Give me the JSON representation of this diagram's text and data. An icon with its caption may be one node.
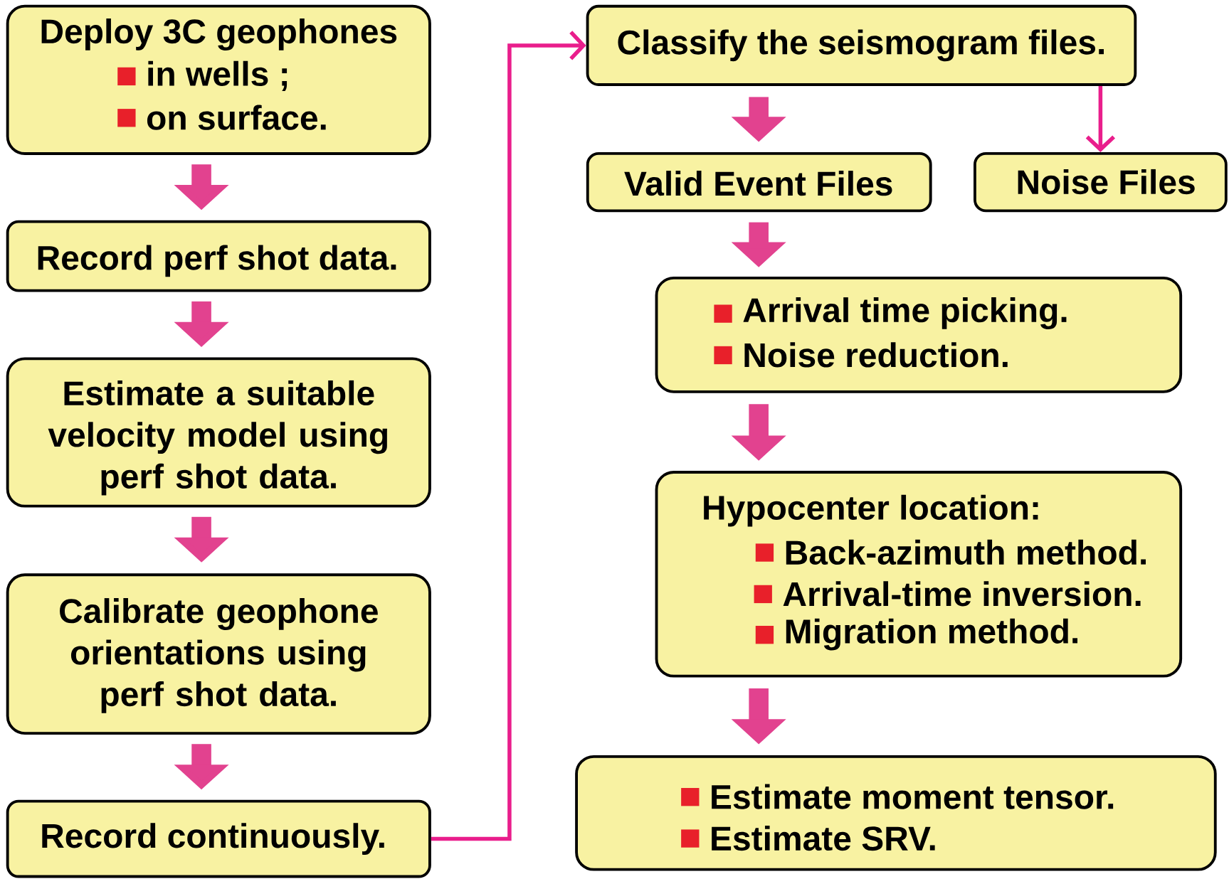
{
  "diagram": {
    "nodes": [
      {
        "text": [
          "Deploy 3C geophones",
          "in wells ;",
          "on surface."
        ]
      },
      {
        "text": [
          "Record perf shot data."
        ]
      },
      {
        "text": [
          "Estimate a suitable velocity model using perf shot data."
        ]
      },
      {
        "text": [
          "Calibrate geophone orientations using perf shot data."
        ]
      },
      {
        "text": [
          "Record continuously."
        ]
      },
      {
        "text": [
          "Classify the seismogram files."
        ]
      },
      {
        "text": [
          "Valid Event Files"
        ]
      },
      {
        "text": [
          "Noise Files"
        ]
      },
      {
        "text": [
          "Arrival time picking.",
          "Noise reduction."
        ]
      },
      {
        "text": [
          "Hypocenter location:",
          "Back-azimuth method.",
          "Arrival-time inversion.",
          "Migration method."
        ]
      },
      {
        "text": [
          "Estimate moment tensor.",
          "Estimate SRV."
        ]
      }
    ],
    "edges": [
      {
        "from": 0,
        "to": 1,
        "arrow": "to"
      },
      {
        "from": 1,
        "to": 2,
        "arrow": "to"
      },
      {
        "from": 2,
        "to": 3,
        "arrow": "to"
      },
      {
        "from": 3,
        "to": 4,
        "arrow": "to"
      },
      {
        "from": 4,
        "to": 5,
        "arrow": "to"
      },
      {
        "from": 5,
        "to": 6,
        "arrow": "to"
      },
      {
        "from": 5,
        "to": 7,
        "arrow": "to"
      },
      {
        "from": 6,
        "to": 8,
        "arrow": "to"
      },
      {
        "from": 8,
        "to": 9,
        "arrow": "to"
      },
      {
        "from": 9,
        "to": 10,
        "arrow": "to"
      }
    ]
  }
}
